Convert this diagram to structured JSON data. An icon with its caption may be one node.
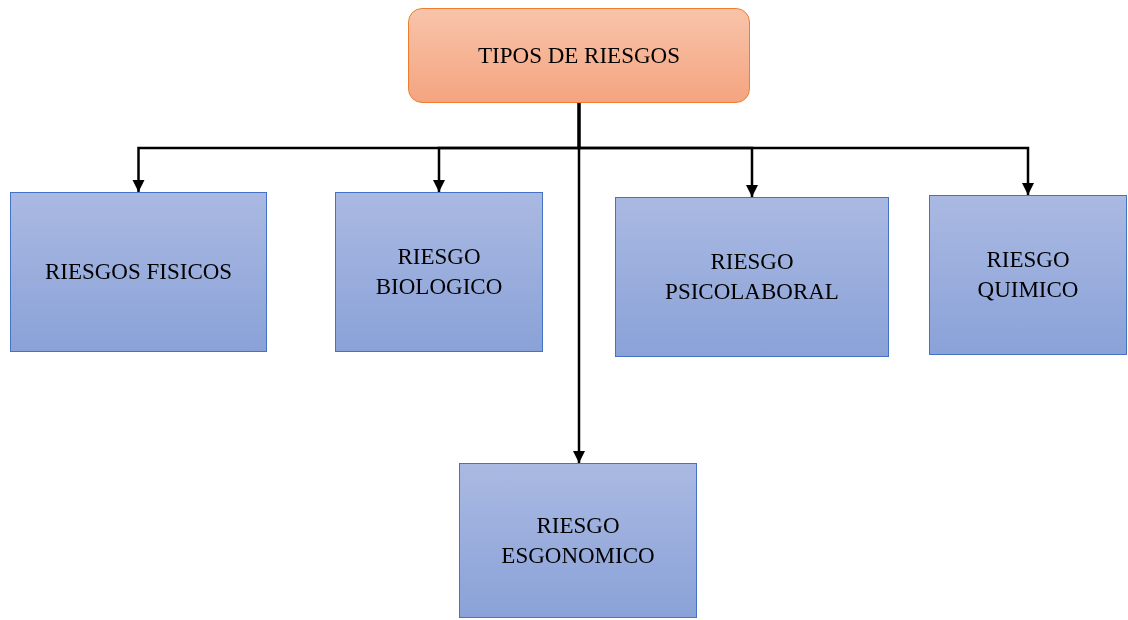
{
  "diagram": {
    "nodes": [
      {
        "text": [
          "TIPOS DE RIESGOS"
        ]
      },
      {
        "text": [
          "RIESGOS FISICOS"
        ]
      },
      {
        "text": [
          "RIESGO BIOLOGICO"
        ]
      },
      {
        "text": [
          "RIESGO PSICOLABORAL"
        ]
      },
      {
        "text": [
          "RIESGO QUIMICO"
        ]
      },
      {
        "text": [
          "RIESGO ESGONOMICO"
        ]
      }
    ],
    "edges": [
      {
        "from": 0,
        "to": 1,
        "arrow": "to"
      },
      {
        "from": 0,
        "to": 2,
        "arrow": "to"
      },
      {
        "from": 0,
        "to": 5,
        "arrow": "to"
      },
      {
        "from": 0,
        "to": 3,
        "arrow": "to"
      },
      {
        "from": 0,
        "to": 4,
        "arrow": "to"
      }
    ]
  }
}
